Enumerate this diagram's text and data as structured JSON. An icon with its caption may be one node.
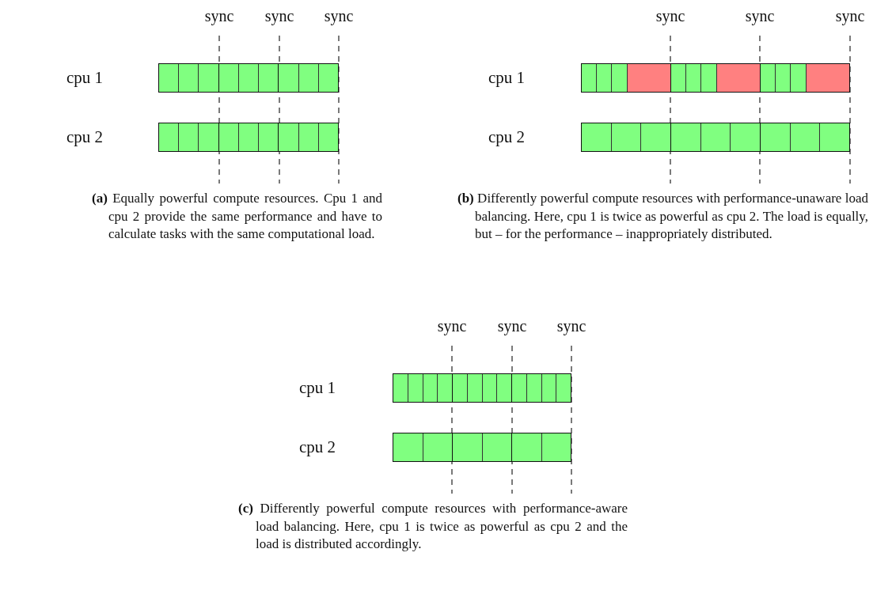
{
  "diagram": {
    "labels": [
      "sync",
      "sync",
      "sync",
      "sync",
      "sync",
      "sync",
      "cpu 1",
      "cpu 1",
      "cpu 2",
      "cpu 2",
      "**(a)** Equally powerful compute resources. Cpu 1 and cpu 2 provide the same performance and have to calculate tasks with the same computational load.",
      "**(b)** Differently powerful compute resources with performance-unaware load balancing. Here, cpu 1 is twice as powerful as cpu 2. The load is equally, but – for the performance – inappropriately distributed.",
      "sync",
      "sync",
      "sync",
      "cpu 1",
      "cpu 2",
      "**(c)** Differently powerful compute resources with performance-aware load balancing. Here, cpu 1 is twice as powerful as cpu 2 and the load is distributed accordingly."
    ]
  }
}
